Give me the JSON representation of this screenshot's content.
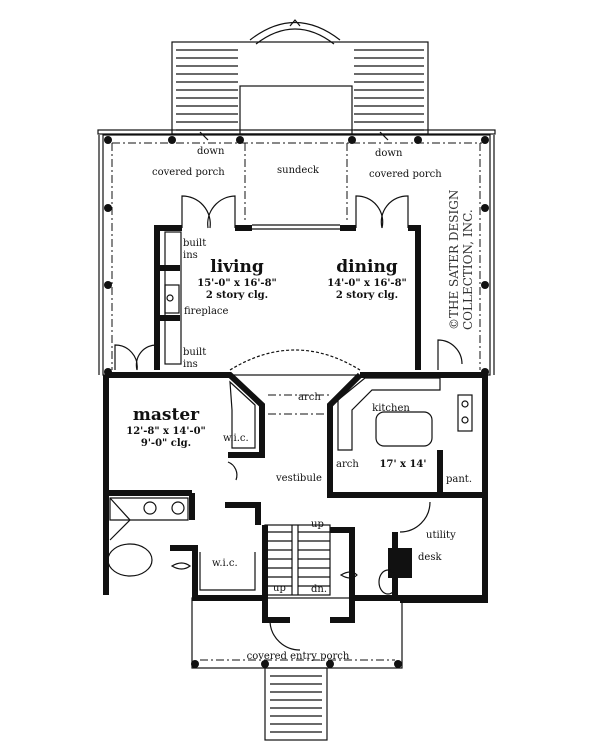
{
  "plan": {
    "rooms": {
      "down_left": "down",
      "down_right": "down",
      "covered_porch_left": "covered porch",
      "sundeck": "sundeck",
      "covered_porch_right": "covered porch",
      "built_ins_top": [
        "built",
        "ins"
      ],
      "built_ins_bottom": [
        "built",
        "ins"
      ],
      "fireplace": "fireplace",
      "living": {
        "name": "living",
        "size": "15'-0\" x 16'-8\"",
        "ceiling": "2 story clg."
      },
      "dining": {
        "name": "dining",
        "size": "14'-0\" x 16'-8\"",
        "ceiling": "2 story clg."
      },
      "master": {
        "name": "master",
        "size": "12'-8\" x 14'-0\"",
        "ceiling": "9'-0\" clg."
      },
      "wic_upper": "w.i.c.",
      "wic_lower": "w.i.c.",
      "arch_upper": "arch",
      "arch_lower": "arch",
      "kitchen": {
        "name": "kitchen",
        "size": "17' x 14'"
      },
      "vestibule": "vestibule",
      "pantry": "pant.",
      "utility": "utility",
      "desk": "desk",
      "stairs_up_top": "up",
      "stairs_up_left": "up",
      "stairs_down": "dn.",
      "entry_porch": "covered entry porch"
    },
    "copyright": [
      "©THE SATER DESIGN",
      "COLLECTION, INC."
    ]
  }
}
